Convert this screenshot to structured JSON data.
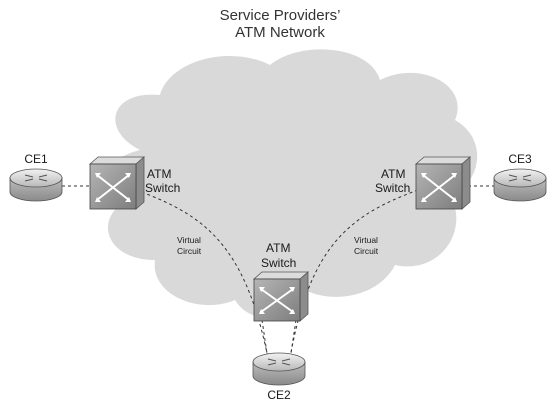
{
  "title": {
    "line1": "Service Providers’",
    "line2": "ATM Network"
  },
  "colors": {
    "cloud": "#d9d9d9",
    "switch_face": "#9a9a9a",
    "router_body": "#cfcfcf",
    "link": "#333333"
  },
  "nodes": {
    "ce1": {
      "label": "CE1"
    },
    "ce2": {
      "label": "CE2"
    },
    "ce3": {
      "label": "CE3"
    },
    "switch_left": {
      "line1": "ATM",
      "line2": "Switch"
    },
    "switch_right": {
      "line1": "ATM",
      "line2": "Switch"
    },
    "switch_bottom": {
      "line1": "ATM",
      "line2": "Switch"
    }
  },
  "circuits": {
    "left": {
      "line1": "Virtual",
      "line2": "Circuit"
    },
    "right": {
      "line1": "Virtual",
      "line2": "Circuit"
    }
  },
  "icons": {
    "router": "router-icon",
    "switch": "atm-switch-icon"
  }
}
